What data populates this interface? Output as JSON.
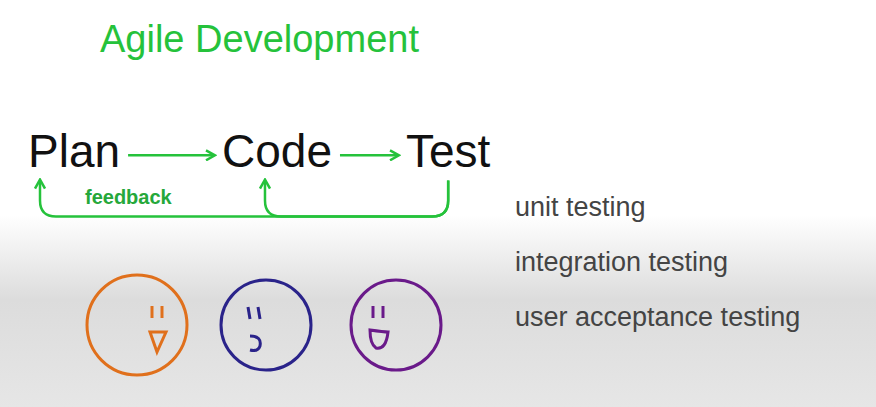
{
  "diagram": {
    "title": "Agile Development",
    "nodes": [
      {
        "text": [
          "Plan"
        ]
      },
      {
        "text": [
          "Code"
        ]
      },
      {
        "text": [
          "Test"
        ]
      }
    ],
    "edges": [
      {
        "from": 0,
        "to": 1,
        "arrow": "to"
      },
      {
        "from": 1,
        "to": 2,
        "arrow": "to"
      },
      {
        "from": 2,
        "to": 1,
        "arrow": "to"
      },
      {
        "from": 2,
        "to": 0,
        "label": "feedback",
        "arrow": "to"
      }
    ],
    "labels": [
      "unit testing",
      "integration testing",
      "user acceptance testing"
    ]
  }
}
